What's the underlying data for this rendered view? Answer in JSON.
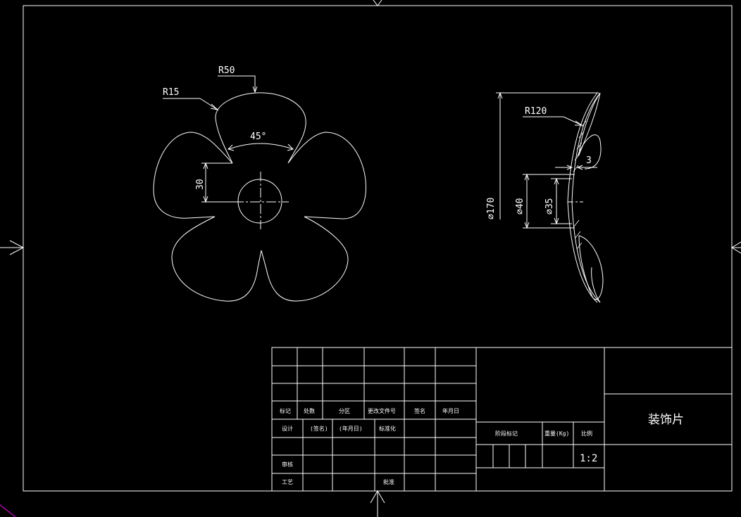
{
  "colors": {
    "background": "#000000",
    "line": "#ffffff",
    "corner_mark": "#ff00ff"
  },
  "front_view": {
    "dims": {
      "r_petal": "R50",
      "r_notch": "R15",
      "angle": "45°",
      "height": "30"
    }
  },
  "side_view": {
    "dims": {
      "r_profile": "R120",
      "thickness": "3",
      "dia_outer": "⌀170",
      "dia_hub": "⌀40",
      "dia_bore": "⌀35"
    }
  },
  "title_block": {
    "drawing_title": "装饰片",
    "scale": "1:2",
    "labels": {
      "r4c1": "标记",
      "r4c2": "处数",
      "r4c3": "分区",
      "r4c4": "更改文件号",
      "r4c5": "签名",
      "r4c6": "年月日",
      "r5c1": "设计",
      "r5c2": "(签名)",
      "r5c3": "(年月日)",
      "r5c4": "标准化",
      "r7c1": "审核",
      "r8c1": "工艺",
      "r8c4": "批准",
      "stage": "阶段标记",
      "weight": "重量(Kg)",
      "scale_label": "比例"
    }
  }
}
